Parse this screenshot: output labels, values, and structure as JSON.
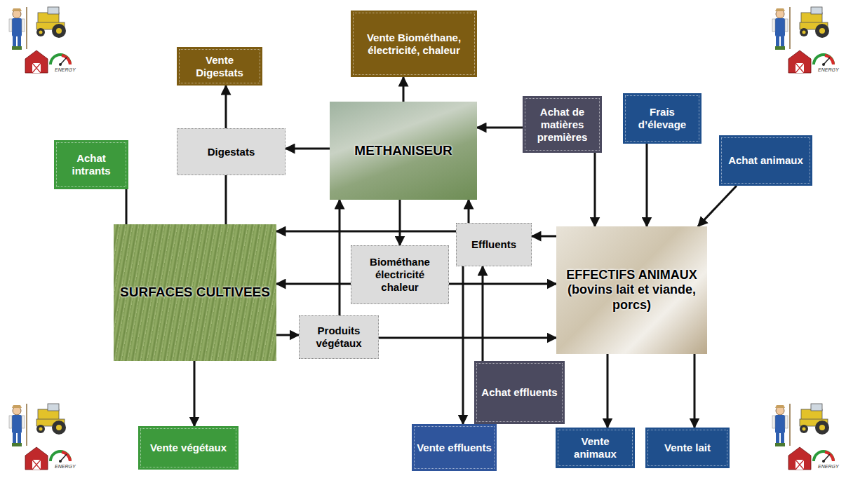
{
  "diagram": {
    "nodes": [
      {
        "text": [
          "Vente Biométhane, électricité, chaleur"
        ]
      },
      {
        "text": [
          "Vente Digestats"
        ]
      },
      {
        "text": [
          "Achat intrants"
        ]
      },
      {
        "text": [
          "Digestats"
        ]
      },
      {
        "text": [
          "METHANISEUR"
        ]
      },
      {
        "text": [
          "Achat de matières premières"
        ]
      },
      {
        "text": [
          "Frais d’élevage"
        ]
      },
      {
        "text": [
          "Achat animaux"
        ]
      },
      {
        "text": [
          "SURFACES CULTIVEES"
        ]
      },
      {
        "text": [
          "Effluents"
        ]
      },
      {
        "text": [
          "Biométhane électricité chaleur"
        ]
      },
      {
        "text": [
          "EFFECTIFS ANIMAUX (bovins lait et viande, porcs)"
        ]
      },
      {
        "text": [
          "Produits végétaux"
        ]
      },
      {
        "text": [
          "Achat effluents"
        ]
      },
      {
        "text": [
          "Vente végétaux"
        ]
      },
      {
        "text": [
          "Vente effluents"
        ]
      },
      {
        "text": [
          "Vente animaux"
        ]
      },
      {
        "text": [
          "Vente lait"
        ]
      }
    ],
    "edges": [
      {
        "from": 4,
        "to": 0,
        "arrow": "to"
      },
      {
        "from": 4,
        "to": 3,
        "arrow": "to"
      },
      {
        "from": 3,
        "to": 1,
        "arrow": "to"
      },
      {
        "from": 3,
        "to": 8,
        "arrow": "none"
      },
      {
        "from": 2,
        "to": 8,
        "arrow": "none"
      },
      {
        "from": 5,
        "to": 4,
        "arrow": "to"
      },
      {
        "from": 5,
        "to": 11,
        "arrow": "to"
      },
      {
        "from": 6,
        "to": 11,
        "arrow": "to"
      },
      {
        "from": 7,
        "to": 11,
        "arrow": "to"
      },
      {
        "from": 11,
        "to": 9,
        "arrow": "to"
      },
      {
        "from": 9,
        "to": 8,
        "arrow": "to"
      },
      {
        "from": 9,
        "to": 4,
        "arrow": "to"
      },
      {
        "from": 4,
        "to": 10,
        "arrow": "to"
      },
      {
        "from": 10,
        "to": 8,
        "arrow": "to"
      },
      {
        "from": 10,
        "to": 11,
        "arrow": "to"
      },
      {
        "from": 8,
        "to": 12,
        "arrow": "to"
      },
      {
        "from": 12,
        "to": 4,
        "arrow": "to"
      },
      {
        "from": 12,
        "to": 11,
        "arrow": "to"
      },
      {
        "from": 13,
        "to": 9,
        "arrow": "to"
      },
      {
        "from": 9,
        "to": 15,
        "arrow": "to"
      },
      {
        "from": 8,
        "to": 14,
        "arrow": "to"
      },
      {
        "from": 11,
        "to": 16,
        "arrow": "to"
      },
      {
        "from": 11,
        "to": 17,
        "arrow": "to"
      }
    ],
    "labels": [
      "ENERGY",
      "ENERGY",
      "ENERGY",
      "ENERGY"
    ]
  }
}
